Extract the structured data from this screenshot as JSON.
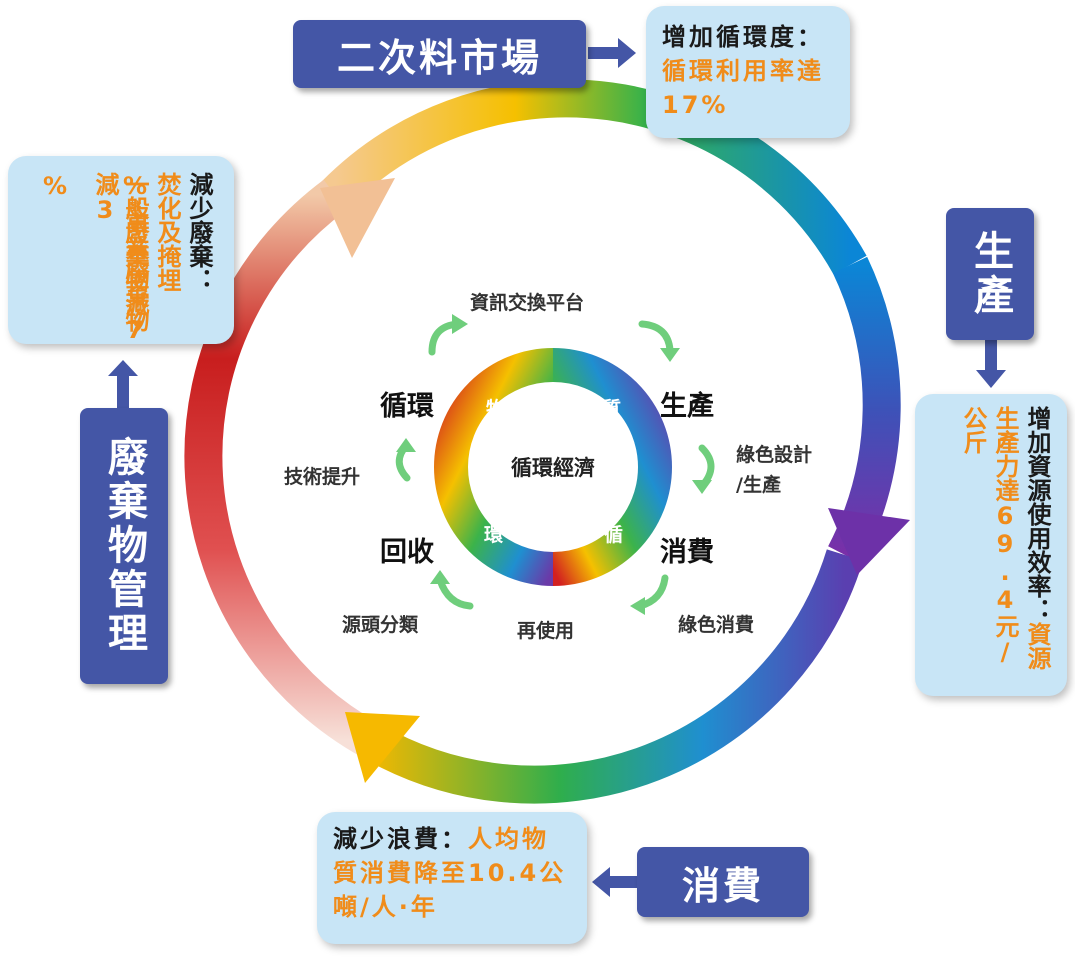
{
  "stages": {
    "secondary_market": "二次料市場",
    "production": "生產",
    "consumption": "消費",
    "waste_management": "廢棄物管理"
  },
  "callouts": {
    "secondary_market": {
      "heading": "增加循環度：",
      "body": "循環利用率達17%"
    },
    "production": {
      "heading": "增加資源使用效率：",
      "body": "資源生產力達69.4元/公斤"
    },
    "consumption": {
      "heading": "減少浪費：",
      "body": "人均物質消費降至10.4公噸/人·年"
    },
    "waste_management": {
      "heading": "減少廢棄：",
      "line1": "焚化及掩埋",
      "line2": "一般廢棄物減7",
      "line3": "%",
      "line3_note": "註",
      "line4": "事業廢棄物減3",
      "line4_tail": "%"
    }
  },
  "inner_cycle": {
    "center": "循環經濟",
    "ring_chars": [
      "物",
      "質",
      "循",
      "環"
    ],
    "nodes": {
      "recycle": "循環",
      "produce": "生產",
      "consume": "消費",
      "collect": "回收"
    },
    "links": {
      "info_platform": "資訊交換平台",
      "green_design": "綠色設計",
      "green_design_2": "/生產",
      "green_consume": "綠色消費",
      "reuse": "再使用",
      "source_sort": "源頭分類",
      "tech_upgrade": "技術提升"
    }
  },
  "colors": {
    "stage_box": "#4456a6",
    "callout_bg": "#c8e5f6",
    "highlight": "#f08c1a",
    "cycle_arrow": "#6fce7c"
  }
}
